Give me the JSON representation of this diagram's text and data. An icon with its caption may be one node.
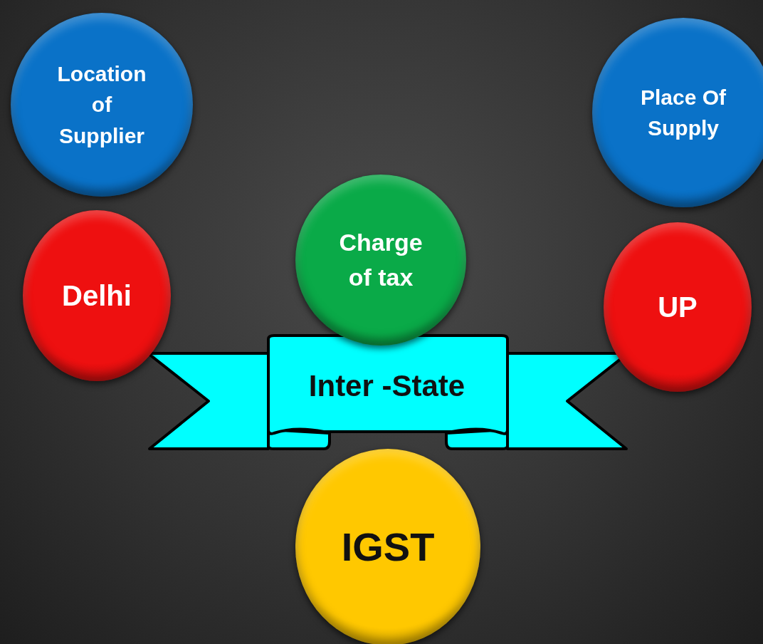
{
  "diagram": {
    "nodes": [
      {
        "text": [
          "Location of Supplier"
        ]
      },
      {
        "text": [
          "Place Of Supply"
        ]
      },
      {
        "text": [
          "Charge of tax"
        ]
      },
      {
        "text": [
          "Delhi"
        ]
      },
      {
        "text": [
          "UP"
        ]
      },
      {
        "text": [
          "Inter -State"
        ]
      },
      {
        "text": [
          "IGST"
        ]
      }
    ],
    "edges": []
  }
}
